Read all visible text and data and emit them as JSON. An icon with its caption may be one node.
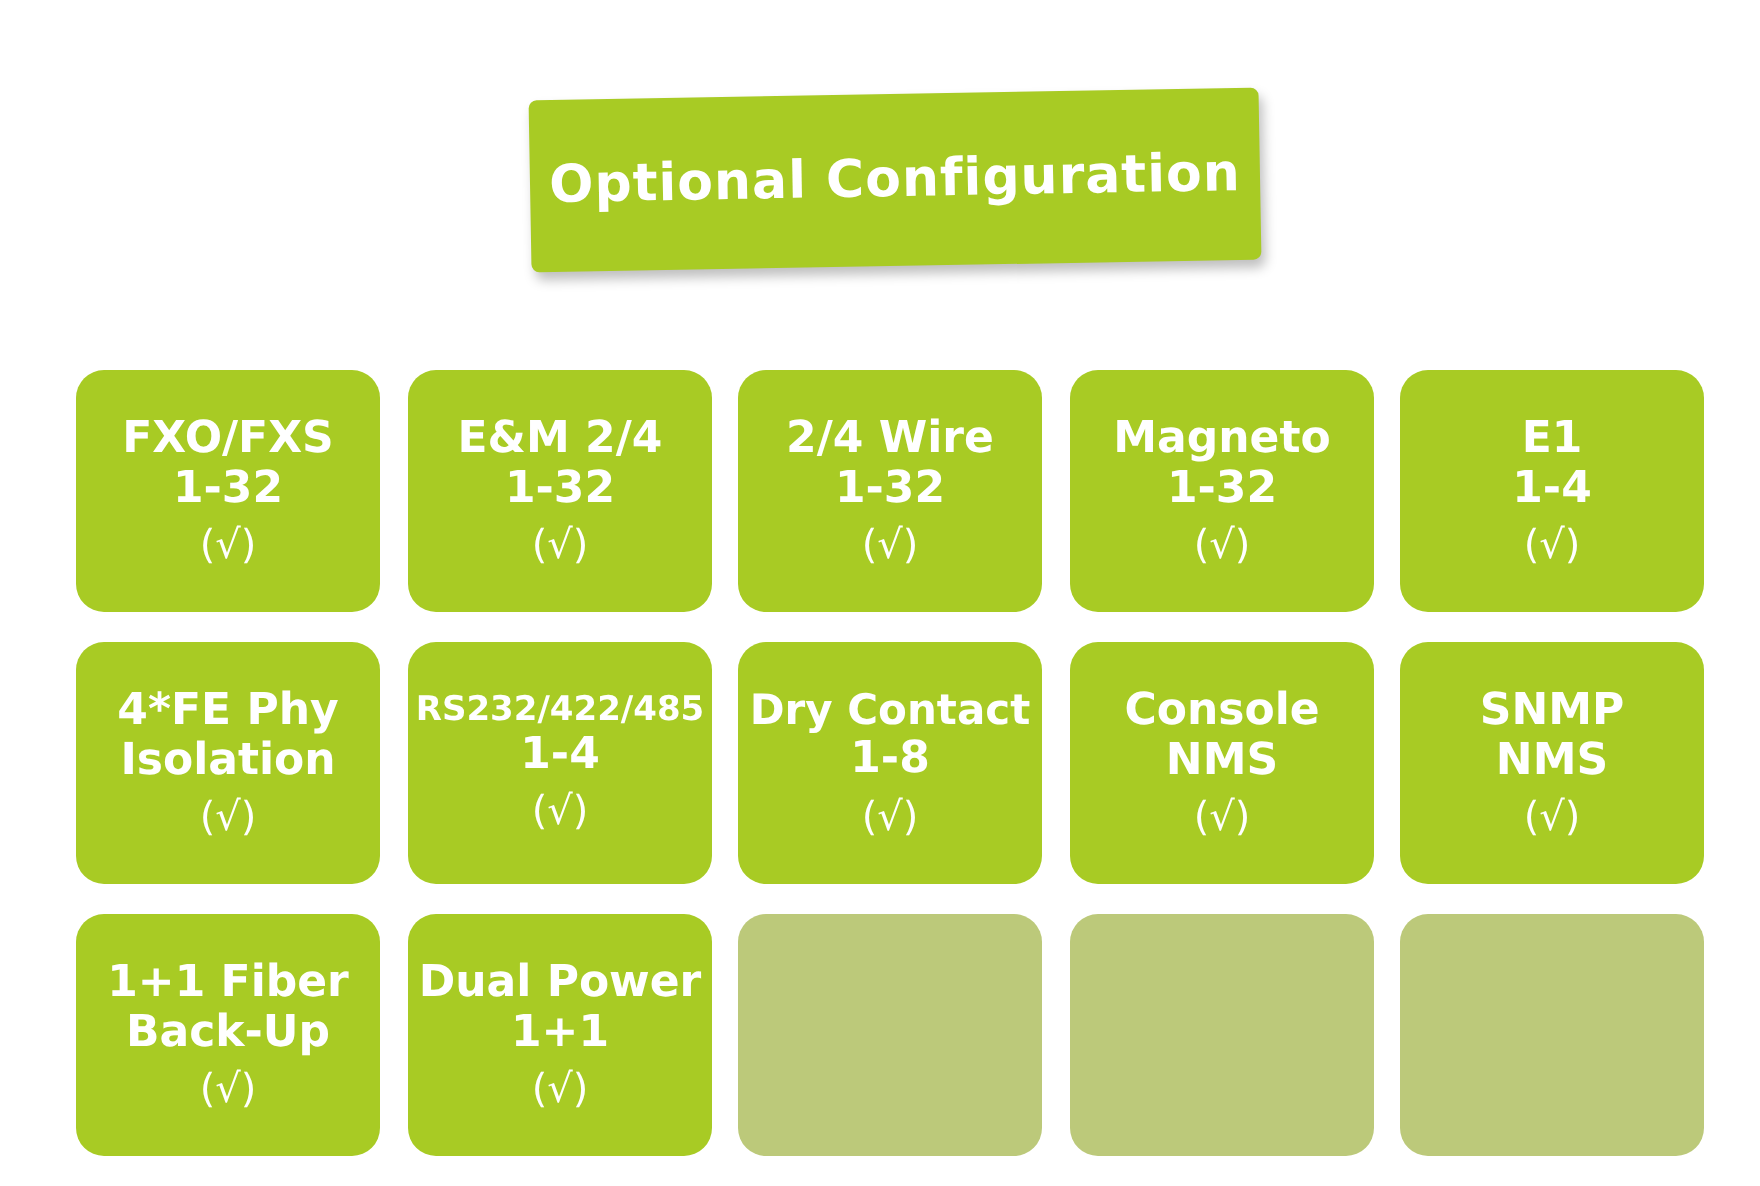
{
  "diagram": {
    "title": "Optional Configuration",
    "nodes": [
      {
        "text": [
          "FXO/FXS",
          "1-32",
          "(√)"
        ]
      },
      {
        "text": [
          "E&M 2/4",
          "1-32",
          "(√)"
        ]
      },
      {
        "text": [
          "2/4 Wire",
          "1-32",
          "(√)"
        ]
      },
      {
        "text": [
          "Magneto",
          "1-32",
          "(√)"
        ]
      },
      {
        "text": [
          "E1",
          "1-4",
          "(√)"
        ]
      },
      {
        "text": [
          "4*FE Phy",
          "Isolation",
          "(√)"
        ]
      },
      {
        "text": [
          "RS232/422/485",
          "1-4",
          "(√)"
        ]
      },
      {
        "text": [
          "Dry Contact",
          "1-8",
          "(√)"
        ]
      },
      {
        "text": [
          "Console",
          "NMS",
          "(√)"
        ]
      },
      {
        "text": [
          "SNMP",
          "NMS",
          "(√)"
        ]
      },
      {
        "text": [
          "1+1 Fiber",
          "Back-Up",
          "(√)"
        ]
      },
      {
        "text": [
          "Dual Power",
          "1+1",
          "(√)"
        ]
      },
      {
        "text": [],
        "shape": "box"
      },
      {
        "text": [],
        "shape": "box"
      },
      {
        "text": [],
        "shape": "box"
      }
    ]
  }
}
